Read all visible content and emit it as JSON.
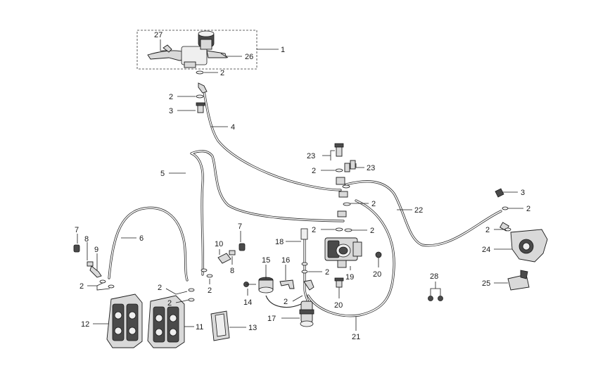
{
  "diagram": {
    "callouts": [
      {
        "id": "c1",
        "text": "1"
      },
      {
        "id": "c27",
        "text": "27"
      },
      {
        "id": "c26",
        "text": "26"
      },
      {
        "id": "c2a",
        "text": "2"
      },
      {
        "id": "c2b",
        "text": "2"
      },
      {
        "id": "c3a",
        "text": "3"
      },
      {
        "id": "c4",
        "text": "4"
      },
      {
        "id": "c5",
        "text": "5"
      },
      {
        "id": "c23a",
        "text": "23"
      },
      {
        "id": "c23b",
        "text": "23"
      },
      {
        "id": "c2c",
        "text": "2"
      },
      {
        "id": "c2d",
        "text": "2"
      },
      {
        "id": "c2e",
        "text": "2"
      },
      {
        "id": "c2f",
        "text": "2"
      },
      {
        "id": "c22",
        "text": "22"
      },
      {
        "id": "c3b",
        "text": "3"
      },
      {
        "id": "c2g",
        "text": "2"
      },
      {
        "id": "c2h",
        "text": "2"
      },
      {
        "id": "c24",
        "text": "24"
      },
      {
        "id": "c25",
        "text": "25"
      },
      {
        "id": "c28",
        "text": "28"
      },
      {
        "id": "c6",
        "text": "6"
      },
      {
        "id": "c7a",
        "text": "7"
      },
      {
        "id": "c8a",
        "text": "8"
      },
      {
        "id": "c9",
        "text": "9"
      },
      {
        "id": "c2i",
        "text": "2"
      },
      {
        "id": "c12",
        "text": "12"
      },
      {
        "id": "c2j",
        "text": "2"
      },
      {
        "id": "c2k",
        "text": "2"
      },
      {
        "id": "c10",
        "text": "10"
      },
      {
        "id": "c7b",
        "text": "7"
      },
      {
        "id": "c8b",
        "text": "8"
      },
      {
        "id": "c2l",
        "text": "2"
      },
      {
        "id": "c11",
        "text": "11"
      },
      {
        "id": "c13",
        "text": "13"
      },
      {
        "id": "c18",
        "text": "18"
      },
      {
        "id": "c15",
        "text": "15"
      },
      {
        "id": "c16",
        "text": "16"
      },
      {
        "id": "c14",
        "text": "14"
      },
      {
        "id": "c2m",
        "text": "2"
      },
      {
        "id": "c2n",
        "text": "2"
      },
      {
        "id": "c17",
        "text": "17"
      },
      {
        "id": "c19",
        "text": "19"
      },
      {
        "id": "c20a",
        "text": "20"
      },
      {
        "id": "c20b",
        "text": "20"
      },
      {
        "id": "c21",
        "text": "21"
      }
    ]
  }
}
